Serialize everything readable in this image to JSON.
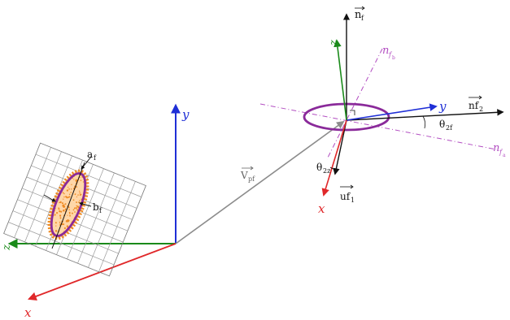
{
  "colors": {
    "x_axis": "#e0282a",
    "y_axis": "#1f2fd6",
    "z_axis": "#1a8a1a",
    "normal_axes": "#b34fc2",
    "ellipse": "#8a2a9a",
    "speckle": "#ee8a22",
    "vector": "#8c8c8c",
    "black": "#111111"
  },
  "icons": {
    "arrow": "arrow-head",
    "grid": "speckle-grid",
    "ellipse": "speckle-ellipse"
  },
  "labels": {
    "world": {
      "x": "x",
      "y": "y",
      "z": "z"
    },
    "local": {
      "x": "x",
      "y": "y",
      "z": "z"
    },
    "n_f": "n",
    "n_f_sub": "f",
    "n_f_top": "n",
    "n_f_top_sub": "f",
    "n_f_top_subsub": "b",
    "n_f_right": "n",
    "n_f_right_sub": "f",
    "n_f_right_subsub": "a",
    "nf2": "nf",
    "nf2_sub": "2",
    "uf1": "uf",
    "uf1_sub": "1",
    "theta2f": "θ",
    "theta2f_sub": "2f",
    "theta2z": "θ",
    "theta2z_sub": "2z",
    "vpf": "V",
    "vpf_sub": "pf",
    "a_f": "a",
    "a_f_sub": "f",
    "b_f": "b",
    "b_f_sub": "f"
  }
}
